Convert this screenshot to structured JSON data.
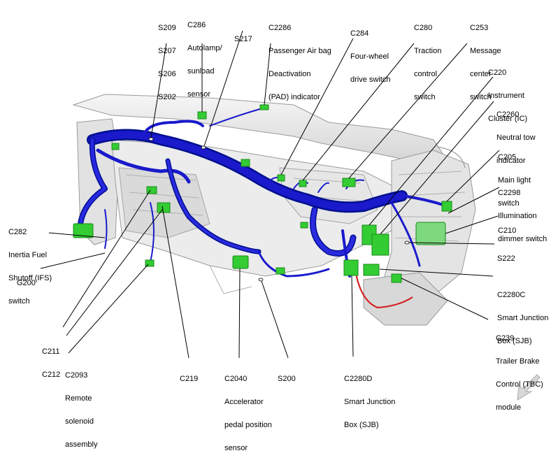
{
  "colors": {
    "harness": "#1a1acc",
    "harness_dark": "#000f8f",
    "connector": "#33cc33",
    "connector_dark": "#1a8a1a",
    "red_wire": "#d42020",
    "panel_light": "#ededed",
    "panel_mid": "#cfcfcf",
    "panel_edge": "#9a9a9a",
    "leader": "#000000"
  },
  "icons": {
    "nav_arrow": "down-left-arrow-icon"
  },
  "labels": [
    {
      "id": "s209-s202",
      "lines": [
        "S209",
        "S207",
        "S206",
        "S202"
      ]
    },
    {
      "id": "c286",
      "lines": [
        "C286",
        "Autolamp/",
        "sunload",
        "sensor"
      ]
    },
    {
      "id": "s217",
      "lines": [
        "S217"
      ]
    },
    {
      "id": "c2286",
      "lines": [
        "C2286",
        "Passenger Air bag",
        "Deactivation",
        "(PAD) indicator"
      ]
    },
    {
      "id": "c284",
      "lines": [
        "C284",
        "Four-wheel",
        "drive switch"
      ]
    },
    {
      "id": "c280",
      "lines": [
        "C280",
        "Traction",
        "control",
        "switch"
      ]
    },
    {
      "id": "c253",
      "lines": [
        "C253",
        "Message",
        "center",
        "switch"
      ]
    },
    {
      "id": "c220",
      "lines": [
        "C220",
        "Instrument",
        "Cluster (IC)"
      ]
    },
    {
      "id": "c2260",
      "lines": [
        "C2260",
        "Neutral tow",
        "indicator"
      ]
    },
    {
      "id": "c205",
      "lines": [
        "C205",
        "Main light",
        "switch"
      ]
    },
    {
      "id": "c2298",
      "lines": [
        "C2298",
        "Illumination",
        "dimmer switch"
      ]
    },
    {
      "id": "c210",
      "lines": [
        "C210"
      ]
    },
    {
      "id": "s222",
      "lines": [
        "S222"
      ]
    },
    {
      "id": "c2280c",
      "lines": [
        "C2280C",
        "Smart Junction",
        "Box (SJB)"
      ]
    },
    {
      "id": "c239",
      "lines": [
        "C239",
        "Trailer Brake",
        "Control (TBC)",
        "module"
      ]
    },
    {
      "id": "c282",
      "lines": [
        "C282",
        "Inertia Fuel",
        "Shutoff (IFS)",
        "switch"
      ]
    },
    {
      "id": "g200",
      "lines": [
        "G200"
      ]
    },
    {
      "id": "c211-c212",
      "lines": [
        "C211",
        "C212"
      ]
    },
    {
      "id": "c2093",
      "lines": [
        "C2093",
        "Remote",
        "solenoid",
        "assembly"
      ]
    },
    {
      "id": "c219",
      "lines": [
        "C219"
      ]
    },
    {
      "id": "c2040",
      "lines": [
        "C2040",
        "Accelerator",
        "pedal position",
        "sensor"
      ]
    },
    {
      "id": "s200",
      "lines": [
        "S200"
      ]
    },
    {
      "id": "c2280d",
      "lines": [
        "C2280D",
        "Smart Junction",
        "Box (SJB)"
      ]
    }
  ]
}
